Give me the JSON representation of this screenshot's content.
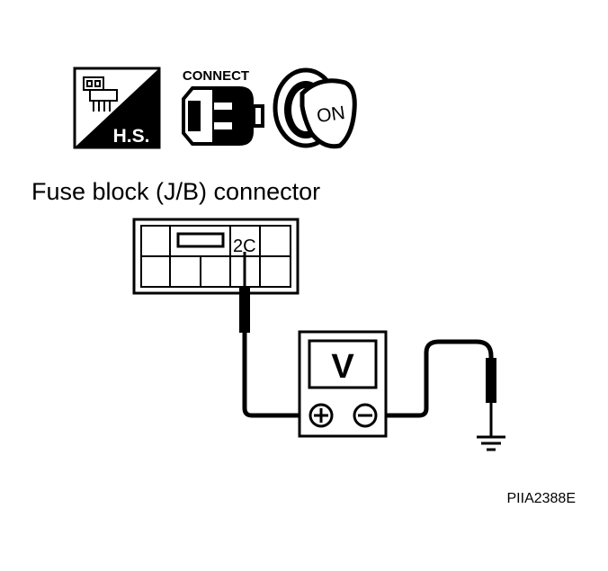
{
  "icons": {
    "hs_label": "H.S.",
    "connect_label": "CONNECT",
    "key_label": "ON"
  },
  "diagram": {
    "title": "Fuse block (J/B) connector",
    "terminal_label": "2C",
    "meter_label": "V",
    "figure_id": "PIIA2388E"
  }
}
